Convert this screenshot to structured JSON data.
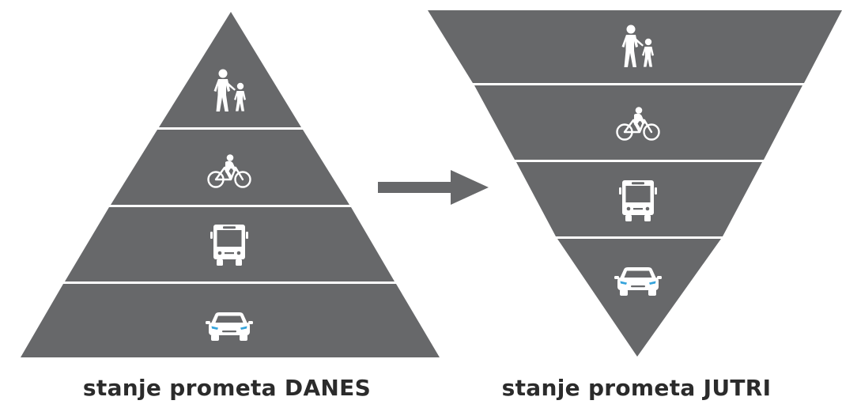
{
  "colors": {
    "band": "#67686a",
    "separator": "#ffffff",
    "arrow": "#67686a",
    "caption": "#2b2b2b",
    "headlight": "#35a4dc"
  },
  "pyramid_today": {
    "caption": "stanje prometa DANES",
    "levels_top_to_bottom": [
      {
        "mode": "pedestrian",
        "icon": "pedestrian-icon"
      },
      {
        "mode": "cyclist",
        "icon": "bicycle-icon"
      },
      {
        "mode": "bus",
        "icon": "bus-icon"
      },
      {
        "mode": "car",
        "icon": "car-icon"
      }
    ]
  },
  "pyramid_tomorrow": {
    "caption": "stanje prometa JUTRI",
    "levels_top_to_bottom": [
      {
        "mode": "pedestrian",
        "icon": "pedestrian-icon"
      },
      {
        "mode": "cyclist",
        "icon": "bicycle-icon"
      },
      {
        "mode": "bus",
        "icon": "bus-icon"
      },
      {
        "mode": "car",
        "icon": "car-icon"
      }
    ]
  },
  "transition_arrow": {
    "icon": "arrow-right-icon"
  }
}
